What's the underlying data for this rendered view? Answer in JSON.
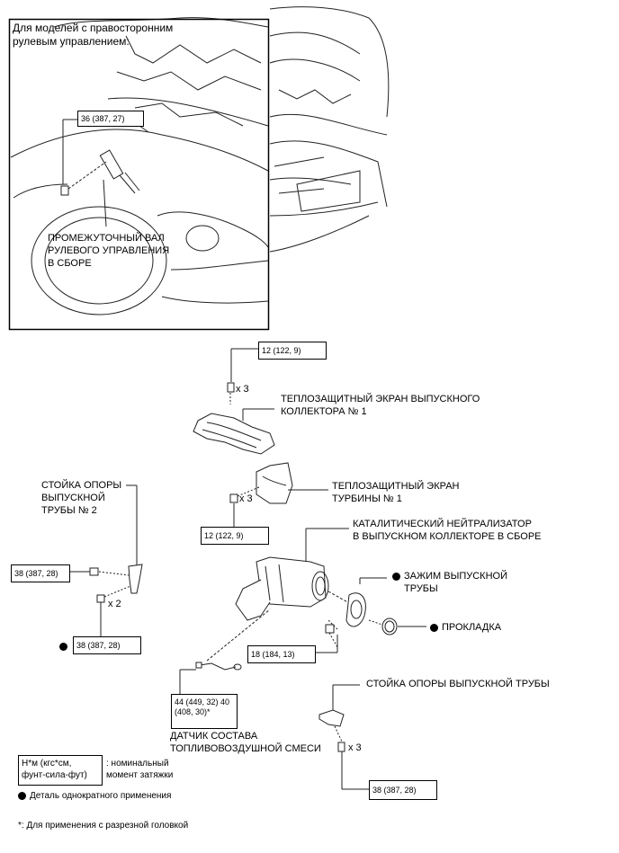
{
  "inset": {
    "title_line1": "Для моделей с правосторонним",
    "title_line2": "рулевым управлением:",
    "torque": "36 (387, 27)",
    "part_line1": "ПРОМЕЖУТОЧНЫЙ ВАЛ",
    "part_line2": "РУЛЕВОГО УПРАВЛЕНИЯ",
    "part_line3": "В СБОРЕ"
  },
  "parts": {
    "manifold_heat_shield": {
      "line1": "ТЕПЛОЗАЩИТНЫЙ ЭКРАН ВЫПУСКНОГО",
      "line2": "КОЛЛЕКТОРА № 1"
    },
    "turbo_heat_shield": {
      "line1": "ТЕПЛОЗАЩИТНЫЙ ЭКРАН",
      "line2": "ТУРБИНЫ № 1"
    },
    "catalytic_converter": {
      "line1": "КАТАЛИТИЧЕСКИЙ НЕЙТРАЛИЗАТОР",
      "line2": "В ВЫПУСКНОМ КОЛЛЕКТОРЕ В СБОРЕ"
    },
    "exhaust_clamp": {
      "line1": "ЗАЖИМ ВЫПУСКНОЙ",
      "line2": "ТРУБЫ"
    },
    "gasket": "ПРОКЛАДКА",
    "exhaust_bracket_2": {
      "line1": "СТОЙКА ОПОРЫ",
      "line2": "ВЫПУСКНОЙ",
      "line3": "ТРУБЫ № 2"
    },
    "exhaust_bracket": "СТОЙКА ОПОРЫ ВЫПУСКНОЙ ТРУБЫ",
    "af_sensor": {
      "line1": "ДАТЧИК СОСТАВА",
      "line2": "ТОПЛИВОВОЗДУШНОЙ СМЕСИ"
    }
  },
  "torques": {
    "t_12_top": "12 (122, 9)",
    "t_12_mid": "12 (122, 9)",
    "t_38_left": "38 (387, 28)",
    "t_38_left_bottom": "38 (387, 28)",
    "t_18": "18 (184, 13)",
    "t_44_line1": "44 (449, 32) 40",
    "t_44_line2": "(408, 30)*",
    "t_38_bottom": "38 (387, 28)"
  },
  "quantities": {
    "x3_top": "x 3",
    "x3_mid": "x 3",
    "x2": "x 2",
    "x3_bottom": "x 3"
  },
  "legend": {
    "unit_line1": "Н*м (кгс*см,",
    "unit_line2": "фунт-сила-фут)",
    "desc_line1": ": номинальный",
    "desc_line2": "момент затяжки",
    "single_use": "Деталь однократного применения",
    "footnote": "*: Для применения с разрезной головкой"
  },
  "icons": [
    "bolt-icon",
    "nut-icon",
    "single-use-dot-icon"
  ]
}
